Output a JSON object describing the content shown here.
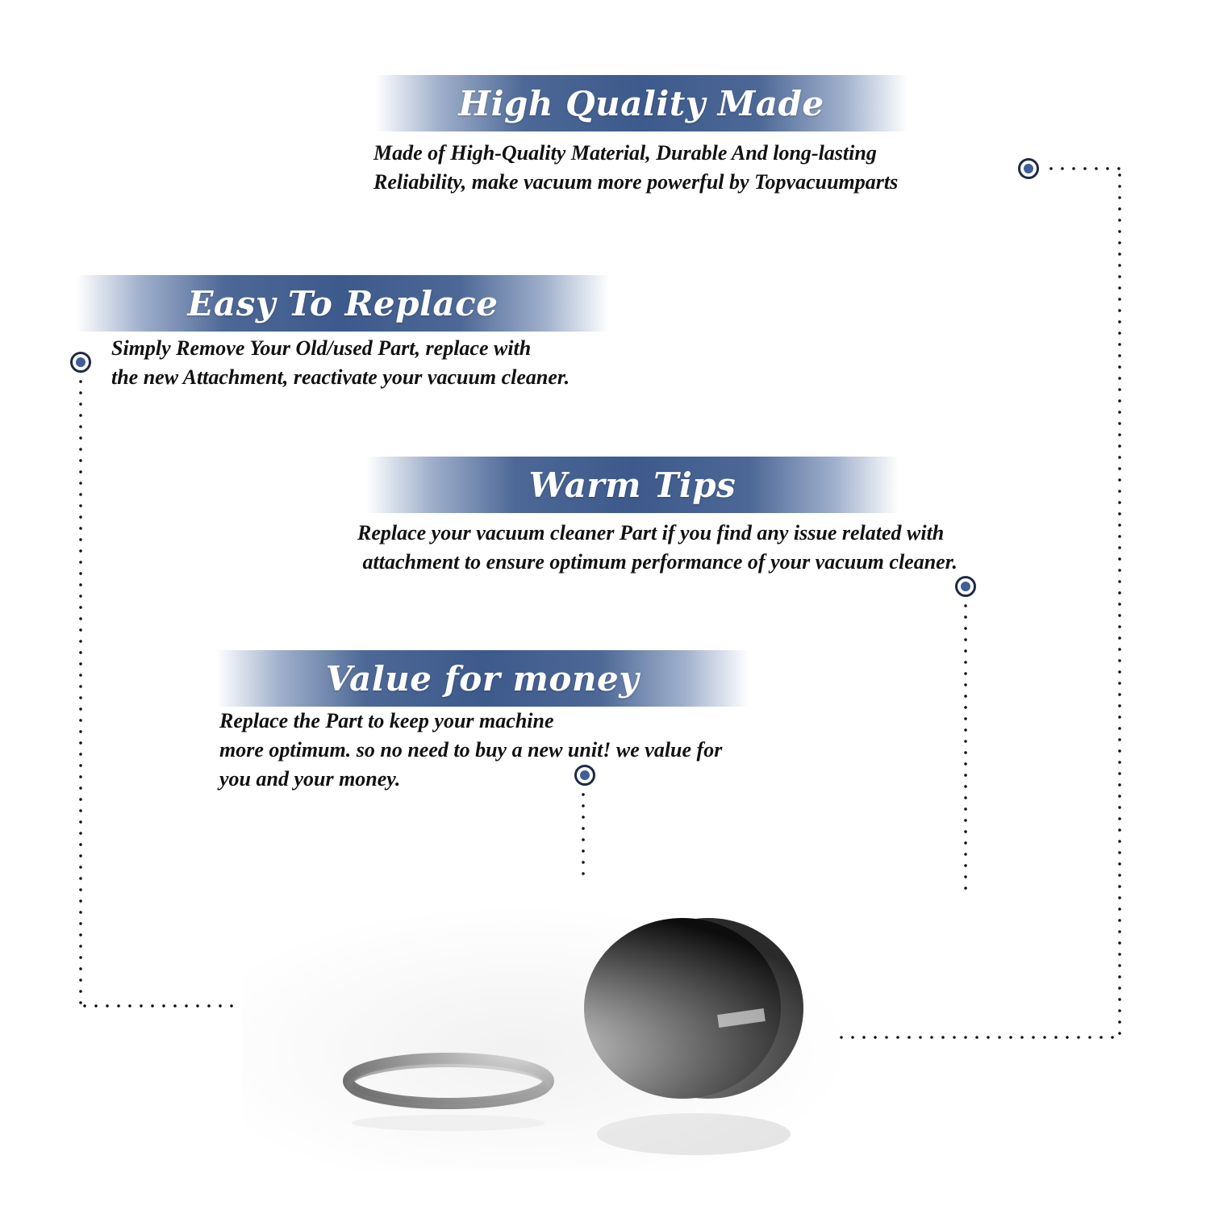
{
  "sections": [
    {
      "title": "High Quality Made",
      "lines": [
        "Made of  High-Quality Material, Durable And long-lasting",
        "Reliability, make vacuum more powerful by Topvacuumparts"
      ]
    },
    {
      "title": "Easy To Replace",
      "lines": [
        "Simply Remove Your Old/used Part, replace with",
        "the new Attachment, reactivate your vacuum cleaner."
      ]
    },
    {
      "title": "Warm Tips",
      "lines": [
        "Replace your vacuum cleaner Part if you find any issue related with",
        " attachment to ensure optimum performance of your vacuum cleaner."
      ]
    },
    {
      "title": "Value for money",
      "lines": [
        "Replace the Part to keep your machine",
        "more optimum. so no need to buy a new unit! we value for",
        "you and your money."
      ]
    }
  ],
  "colors": {
    "banner": "#3d5a8c",
    "marker": "#3f5f96",
    "text": "#111111",
    "product": "#111111"
  },
  "icons": {
    "marker": "target-dot-icon",
    "belt": "vacuum-belt-image",
    "filter": "round-foam-filter-image"
  }
}
